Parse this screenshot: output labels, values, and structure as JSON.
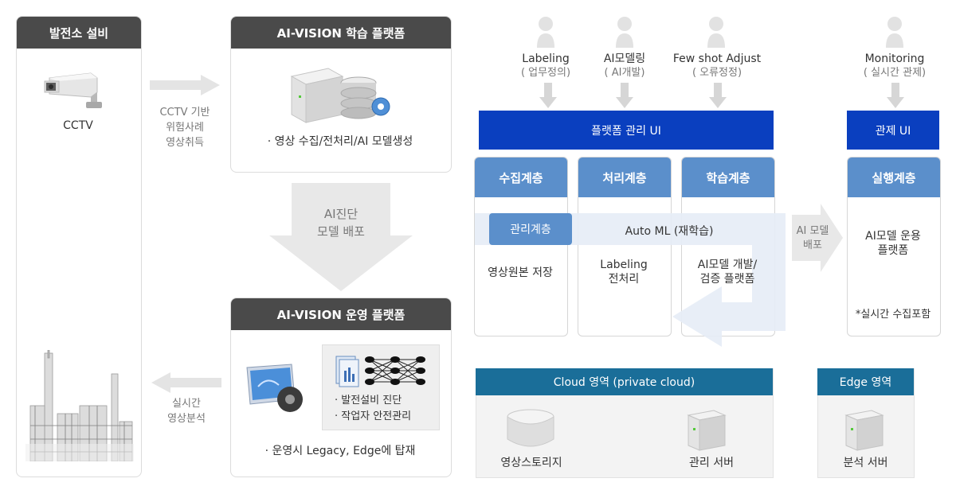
{
  "plant": {
    "header": "발전소 설비",
    "cctv_label": "CCTV",
    "arrow_right_lines": [
      "CCTV 기반",
      "위험사례",
      "영상취득"
    ],
    "arrow_left_lines": [
      "실시간",
      "영상분석"
    ]
  },
  "learning": {
    "header": "AI-VISION 학습 플랫폼",
    "caption": "· 영상 수집/전처리/AI 모델생성"
  },
  "deploy_arrow": [
    "AI진단",
    "모델 배포"
  ],
  "ops": {
    "header": "AI-VISION 운영 플랫폼",
    "bullets": [
      "· 발전설비 진단",
      "· 작업자 안전관리"
    ],
    "caption": "· 운영시 Legacy, Edge에 탑재"
  },
  "roles": [
    {
      "title": "Labeling",
      "sub": "( 업무정의)"
    },
    {
      "title": "AI모델링",
      "sub": "( AI개발)"
    },
    {
      "title": "Few shot Adjust",
      "sub": "( 오류정정)"
    },
    {
      "title": "Monitoring",
      "sub": "( 실시간 관제)"
    }
  ],
  "platform_ui": "플랫폼 관리 UI",
  "control_ui": "관제 UI",
  "layers": [
    {
      "title": "수집계층",
      "body": "영상원본 저장"
    },
    {
      "title": "처리계층",
      "body": [
        "Labeling",
        "전처리"
      ]
    },
    {
      "title": "학습계층",
      "body": [
        "AI모델 개발/",
        "검증 플랫폼"
      ]
    }
  ],
  "management_layer": "관리계층",
  "automl": "Auto ML (재학습)",
  "ai_deploy": [
    "AI 모델",
    "배포"
  ],
  "exec_layer": {
    "title": "실행계층",
    "body": [
      "AI모델 운용",
      "플랫폼"
    ],
    "note": "*실시간 수집포함"
  },
  "cloud": {
    "header": "Cloud 영역 (private cloud)",
    "storage": "영상스토리지",
    "server": "관리 서버"
  },
  "edge": {
    "header": "Edge 영역",
    "server": "분석 서버"
  },
  "colors": {
    "dark_header": "#4a4a4a",
    "ui_blue": "#0a3fbf",
    "layer_blue": "#5b8fcb",
    "zone_teal": "#1a6e99"
  }
}
